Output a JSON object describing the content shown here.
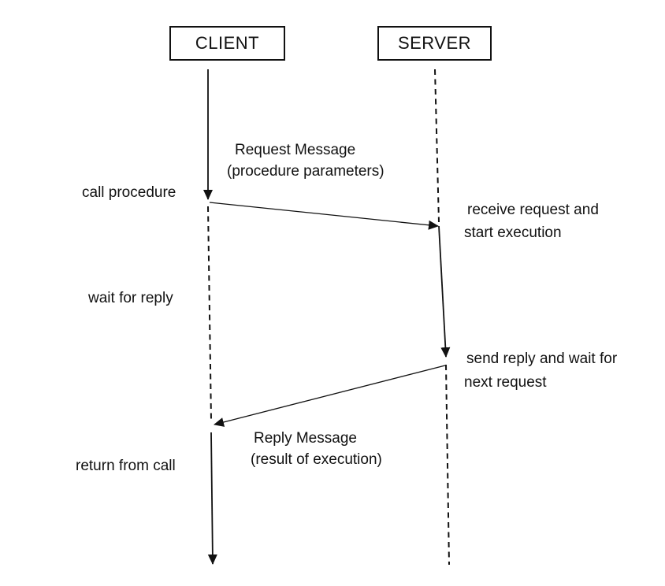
{
  "diagram": {
    "type": "sequence-diagram",
    "subject": "remote procedure call client-server interaction",
    "actors": [
      {
        "id": "client",
        "label": "CLIENT"
      },
      {
        "id": "server",
        "label": "SERVER"
      }
    ],
    "client_events": [
      {
        "label": "call procedure"
      },
      {
        "label": "wait for reply"
      },
      {
        "label": "return from call"
      }
    ],
    "server_events": [
      {
        "line1": "receive request and",
        "line2": "start execution"
      },
      {
        "line1": "send reply and wait for",
        "line2": "next request"
      }
    ],
    "messages": [
      {
        "from": "client",
        "to": "server",
        "line1": "Request Message",
        "line2": "(procedure parameters)"
      },
      {
        "from": "server",
        "to": "client",
        "line1": "Reply Message",
        "line2": "(result of execution)"
      }
    ],
    "colors": {
      "line": "#111111",
      "text": "#111111",
      "background": "#ffffff"
    }
  }
}
